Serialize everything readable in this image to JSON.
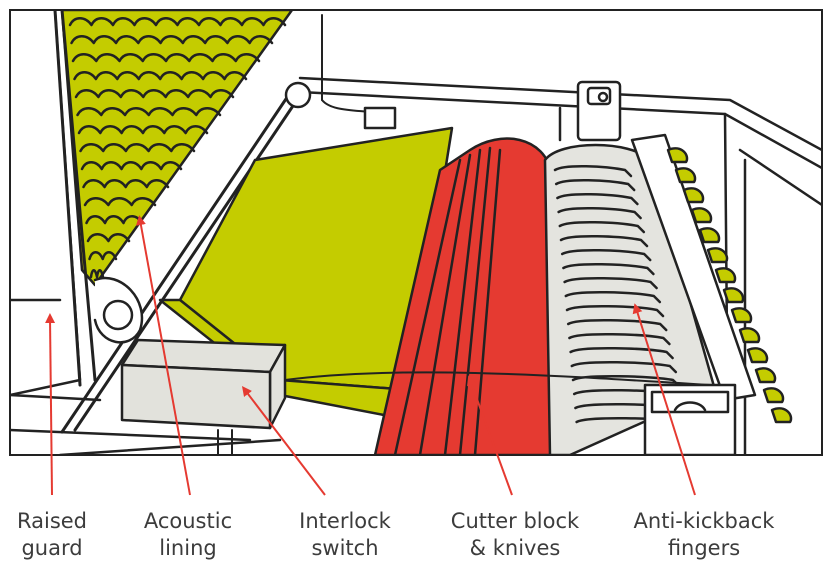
{
  "colors": {
    "acoustic_lining": "#c4cc00",
    "cutter_block": "#e53a31",
    "plate": "#c4cc00",
    "fingers": "#e4e4df",
    "switch": "#e2e2dc",
    "outline": "#222222",
    "arrow": "#e53a31",
    "label_text": "#3c3c3c"
  },
  "labels": [
    {
      "id": "raised-guard",
      "line1": "Raised",
      "line2": "guard"
    },
    {
      "id": "acoustic-lining",
      "line1": "Acoustic",
      "line2": "lining"
    },
    {
      "id": "interlock-switch",
      "line1": "Interlock",
      "line2": "switch"
    },
    {
      "id": "cutter-block",
      "line1": "Cutter block",
      "line2": "& knives"
    },
    {
      "id": "anti-kickback",
      "line1": "Anti-kickback",
      "line2": "fingers"
    }
  ]
}
